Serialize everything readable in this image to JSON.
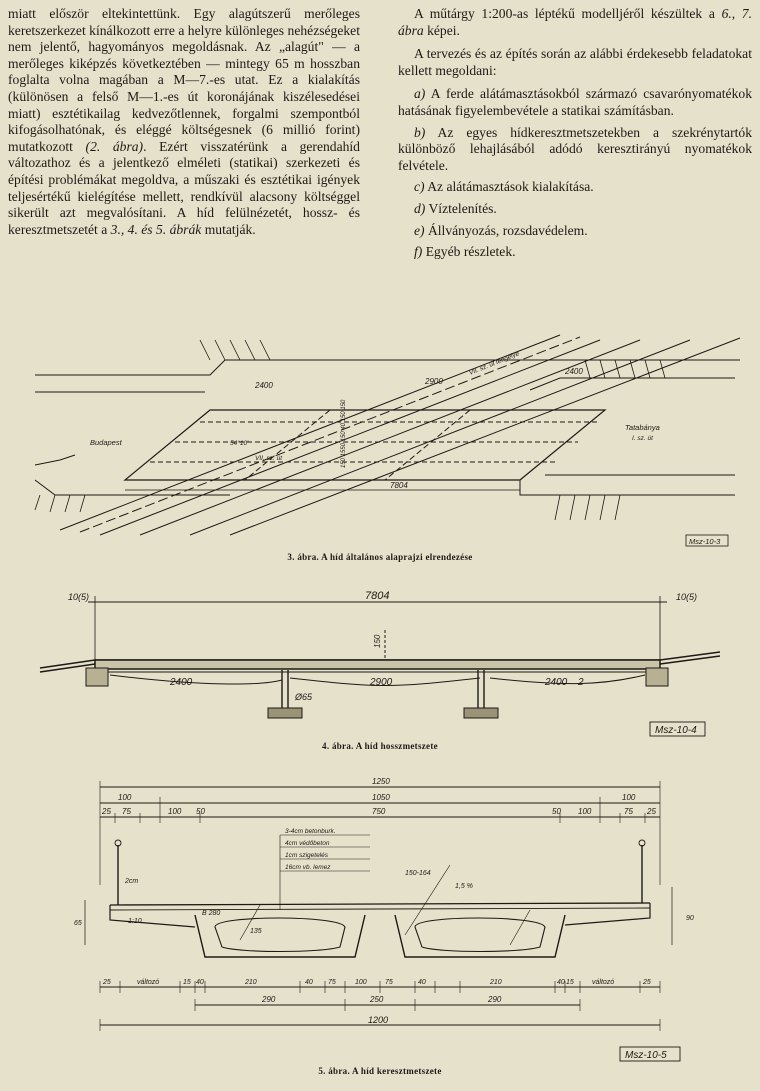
{
  "left_column": {
    "paragraph": "miatt először eltekintettünk. Egy alagútszerű merőleges keretszerkezet kínálkozott erre a helyre különleges nehézségeket nem jelentő, hagyományos megoldásnak. Az „alagút\" — a merőleges kiképzés következtében — mintegy 65 m hosszban foglalta volna magában a M—7.-es utat. Ez a kialakítás (különösen a felső M—1.-es út koronájának kiszélesedései miatt) esztétikailag kedvezőtlennek, forgalmi szempontból kifogásolhatónak, és eléggé költségesnek (6 millió forint) mutatkozott",
    "ref_fig2": "(2. ábra)",
    "paragraph_cont": ". Ezért visszatérünk a gerendahíd változathoz és a jelentkező elméleti (statikai) szerkezeti és építési problémákat megoldva, a műszaki és esztétikai igények teljesértékű kielégítése mellett, rendkívül alacsony költséggel sikerült azt megvalósítani. A híd felülnézetét, hossz- és keresztmetszetét a",
    "ref_fig345": "3., 4. és 5. ábrák",
    "paragraph_end": "mutatják."
  },
  "right_column": {
    "p1_a": "A műtárgy 1:200-as léptékű modelljéről készültek a",
    "p1_ref": "6., 7. ábra",
    "p1_b": "képei.",
    "p2": "A tervezés és az építés során az alábbi érdekesebb feladatokat kellett megoldani:",
    "items": [
      {
        "letter": "a)",
        "text": "A ferde alátámasztásokból származó csavarónyomatékok hatásának figyelembevétele a statikai számításban."
      },
      {
        "letter": "b)",
        "text": "Az egyes hídkeresztmetszetekben a szekrénytartók különböző lehajlásából adódó keresztirányú nyomatékok felvétele."
      },
      {
        "letter": "c)",
        "text": "Az alátámasztások kialakítása."
      },
      {
        "letter": "d)",
        "text": "Víztelenítés."
      },
      {
        "letter": "e)",
        "text": "Állványozás, rozsdavédelem."
      },
      {
        "letter": "f)",
        "text": "Egyéb részletek."
      }
    ]
  },
  "figure3": {
    "caption": "3. ábra. A híd általános alaprajzi elrendezése",
    "code": "Msz-10-3",
    "labels": {
      "span_left": "2400",
      "span_mid": "2900",
      "span_right": "2400",
      "total": "7804",
      "budapest": "Budapest",
      "tatabanya": "Tatabánya",
      "tatabanya_sub": "I. sz. út",
      "axis": "VII. sz. út tengelye",
      "axis2": "VII. sz. út",
      "angle": "54°10'",
      "widths": "150 1550 150 40 150 150"
    }
  },
  "figure4": {
    "caption": "4. ábra. A híd hosszmetszete",
    "code": "Msz-10-4",
    "labels": {
      "left_end": "10(5)",
      "right_end": "10(5)",
      "total": "7804",
      "height": "150",
      "span1": "2400",
      "span2": "2900",
      "span3": "2400",
      "span3_suffix": "2",
      "pile": "Ø65"
    }
  },
  "figure5": {
    "caption": "5. ábra. A híd keresztmetszete",
    "code": "Msz-10-5",
    "top_dims": [
      "1250",
      "100",
      "1050",
      "100",
      "25",
      "75",
      "100",
      "50",
      "750",
      "50",
      "100",
      "75",
      "25"
    ],
    "layers": [
      "3-4cm betonburk.",
      "4cm védőbeton",
      "1cm szigetelés",
      "16cm vb. lemez"
    ],
    "bottom_dims": [
      "25",
      "változó",
      "15",
      "40",
      "210",
      "40",
      "75",
      "100",
      "75",
      "40",
      "210",
      "40",
      "15",
      "változó",
      "25"
    ],
    "sub_dims": [
      "290",
      "250",
      "290"
    ],
    "overall": "1200",
    "misc": [
      "2cm",
      "1:10",
      "B 280",
      "135",
      "1,5 %",
      "150-164",
      "90",
      "65"
    ]
  }
}
